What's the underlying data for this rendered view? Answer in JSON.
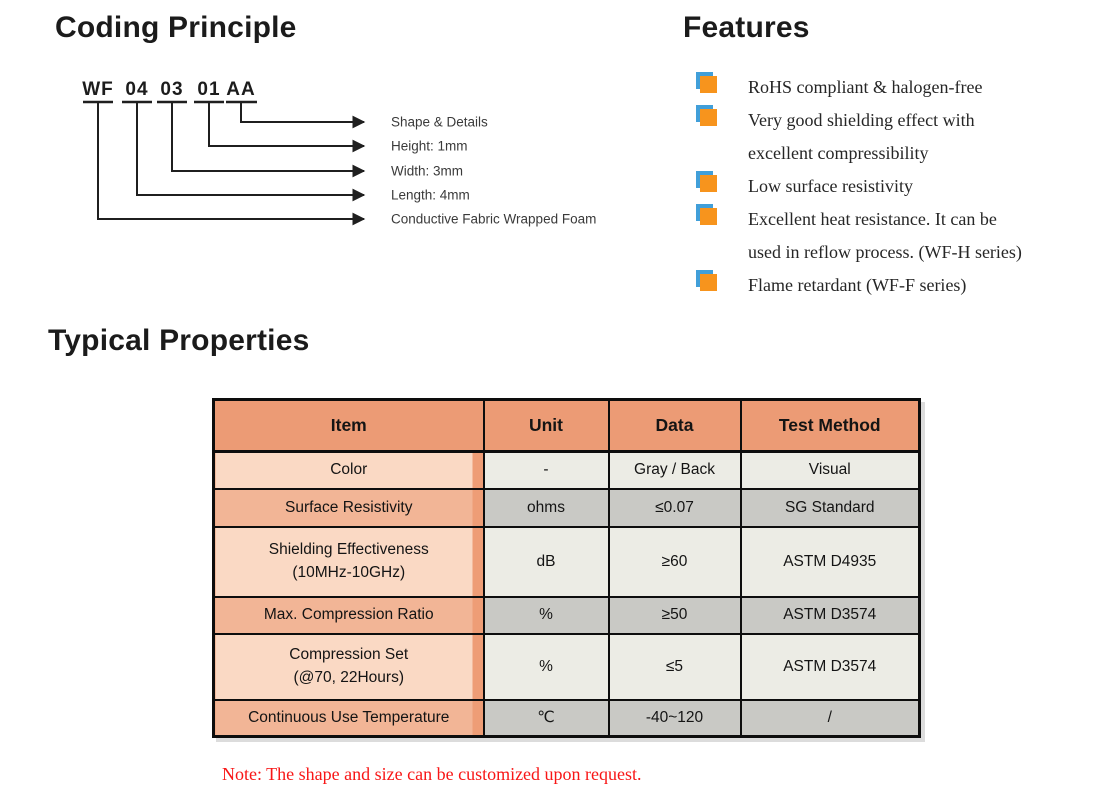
{
  "coding_principle": {
    "title": "Coding Principle",
    "code_segments": [
      "WF",
      "04",
      "03",
      "01",
      "AA"
    ],
    "labels": [
      "Shape & Details",
      "Height: 1mm",
      "Width: 3mm",
      "Length: 4mm",
      "Conductive Fabric Wrapped Foam"
    ]
  },
  "features": {
    "title": "Features",
    "items": [
      {
        "lines": [
          "RoHS compliant & halogen-free",
          ""
        ]
      },
      {
        "lines": [
          "Very good shielding effect with",
          "excellent compressibility"
        ]
      },
      {
        "lines": [
          "Low surface resistivity",
          ""
        ]
      },
      {
        "lines": [
          "Excellent heat resistance. It can be",
          "used in reflow process. (WF-H series)"
        ]
      },
      {
        "lines": [
          "Flame retardant (WF-F series)",
          ""
        ]
      }
    ]
  },
  "typical_properties": {
    "title": "Typical Properties",
    "table": {
      "headers": [
        "Item",
        "Unit",
        "Data",
        "Test Method"
      ],
      "rows": [
        {
          "item": [
            "Color",
            ""
          ],
          "unit": "-",
          "data": "Gray / Back",
          "test": "Visual"
        },
        {
          "item": [
            "Surface Resistivity",
            ""
          ],
          "unit": "ohms",
          "data": "≤0.07",
          "test": "SG Standard"
        },
        {
          "item": [
            "Shielding Effectiveness",
            "(10MHz-10GHz)"
          ],
          "unit": "dB",
          "data": "≥60",
          "test": "ASTM D4935"
        },
        {
          "item": [
            "Max. Compression Ratio",
            ""
          ],
          "unit": "%",
          "data": "≥50",
          "test": "ASTM D3574"
        },
        {
          "item": [
            "Compression Set",
            "(@70, 22Hours)"
          ],
          "unit": "%",
          "data": "≤5",
          "test": "ASTM D3574"
        },
        {
          "item": [
            "Continuous Use Temperature",
            ""
          ],
          "unit": "℃",
          "data": "-40~120",
          "test": "/"
        }
      ]
    },
    "note": "Note: The shape and size can be customized upon request."
  },
  "colors": {
    "table_header": "#EC9B75",
    "item_row_light": "#FAD9C4",
    "item_row_dark": "#F2B596",
    "item_strip": "#EE9D76",
    "cell_light": "#ECECE5",
    "cell_dark": "#C9C9C5",
    "bullet_orange": "#F7941D",
    "bullet_blue": "#419FD9",
    "note_red": "#F81616"
  }
}
